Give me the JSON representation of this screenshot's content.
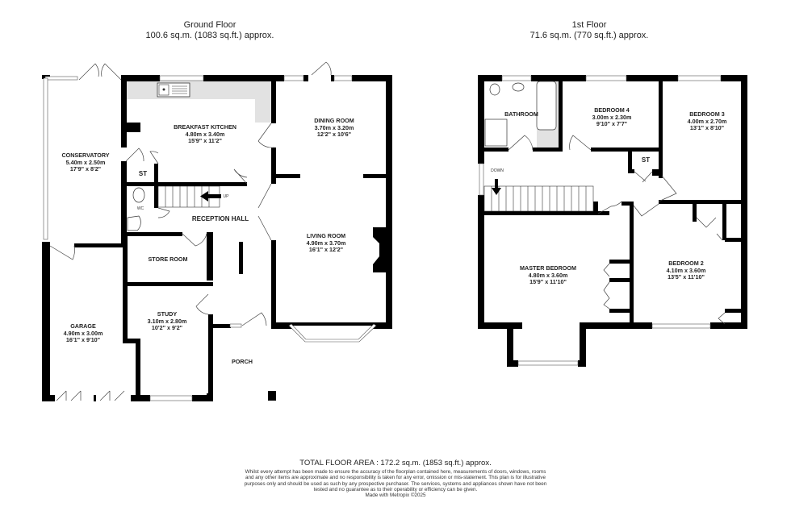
{
  "ground_floor": {
    "title": "Ground Floor",
    "area": "100.6 sq.m. (1083 sq.ft.) approx.",
    "rooms": [
      {
        "name": "CONSERVATORY",
        "metric": "5.40m  x 2.50m",
        "imperial": "17'9\"  x 8'2\""
      },
      {
        "name": "BREAKFAST KITCHEN",
        "metric": "4.80m  x 3.40m",
        "imperial": "15'9\"  x 11'2\""
      },
      {
        "name": "DINING ROOM",
        "metric": "3.70m  x 3.20m",
        "imperial": "12'2\"  x 10'6\""
      },
      {
        "name": "LIVING ROOM",
        "metric": "4.90m  x 3.70m",
        "imperial": "16'1\"  x 12'2\""
      },
      {
        "name": "GARAGE",
        "metric": "4.90m  x 3.00m",
        "imperial": "16'1\"  x 9'10\""
      },
      {
        "name": "STUDY",
        "metric": "3.10m  x 2.80m",
        "imperial": "10'2\"  x 9'2\""
      }
    ],
    "labels": {
      "st": "ST",
      "reception_hall": "RECEPTION HALL",
      "store_room": "STORE ROOM",
      "porch": "PORCH",
      "wc": "WC",
      "up": "UP"
    }
  },
  "first_floor": {
    "title": "1st Floor",
    "area": "71.6 sq.m. (770 sq.ft.) approx.",
    "rooms": [
      {
        "name": "BEDROOM 4",
        "metric": "3.00m  x 2.30m",
        "imperial": "9'10\"  x 7'7\""
      },
      {
        "name": "BEDROOM 3",
        "metric": "4.00m  x 2.70m",
        "imperial": "13'1\"  x 8'10\""
      },
      {
        "name": "MASTER BEDROOM",
        "metric": "4.80m  x 3.60m",
        "imperial": "15'9\"  x 11'10\""
      },
      {
        "name": "BEDROOM 2",
        "metric": "4.10m  x 3.60m",
        "imperial": "13'5\"  x 11'10\""
      }
    ],
    "labels": {
      "bathroom": "BATHROOM",
      "st": "ST",
      "down": "DOWN"
    }
  },
  "footer": {
    "total": "TOTAL FLOOR AREA : 172.2 sq.m. (1853 sq.ft.) approx.",
    "disclaimer": "Whilst every attempt has been made to ensure the accuracy of the floorplan contained here, measurements of doors, windows, rooms and any other items are approximate and no responsibility is taken for any error, omission or mis-statement. This plan is for illustrative purposes only and should be used as such by any prospective purchaser. The services, systems and appliances shown have not been tested and no guarantee as to their operability or efficiency can be given.",
    "made_with": "Made with Metropix ©2025"
  },
  "colors": {
    "wall": "#000000",
    "worktop": "#e2e2e2",
    "window": "#ffffff",
    "text": "#222222"
  }
}
